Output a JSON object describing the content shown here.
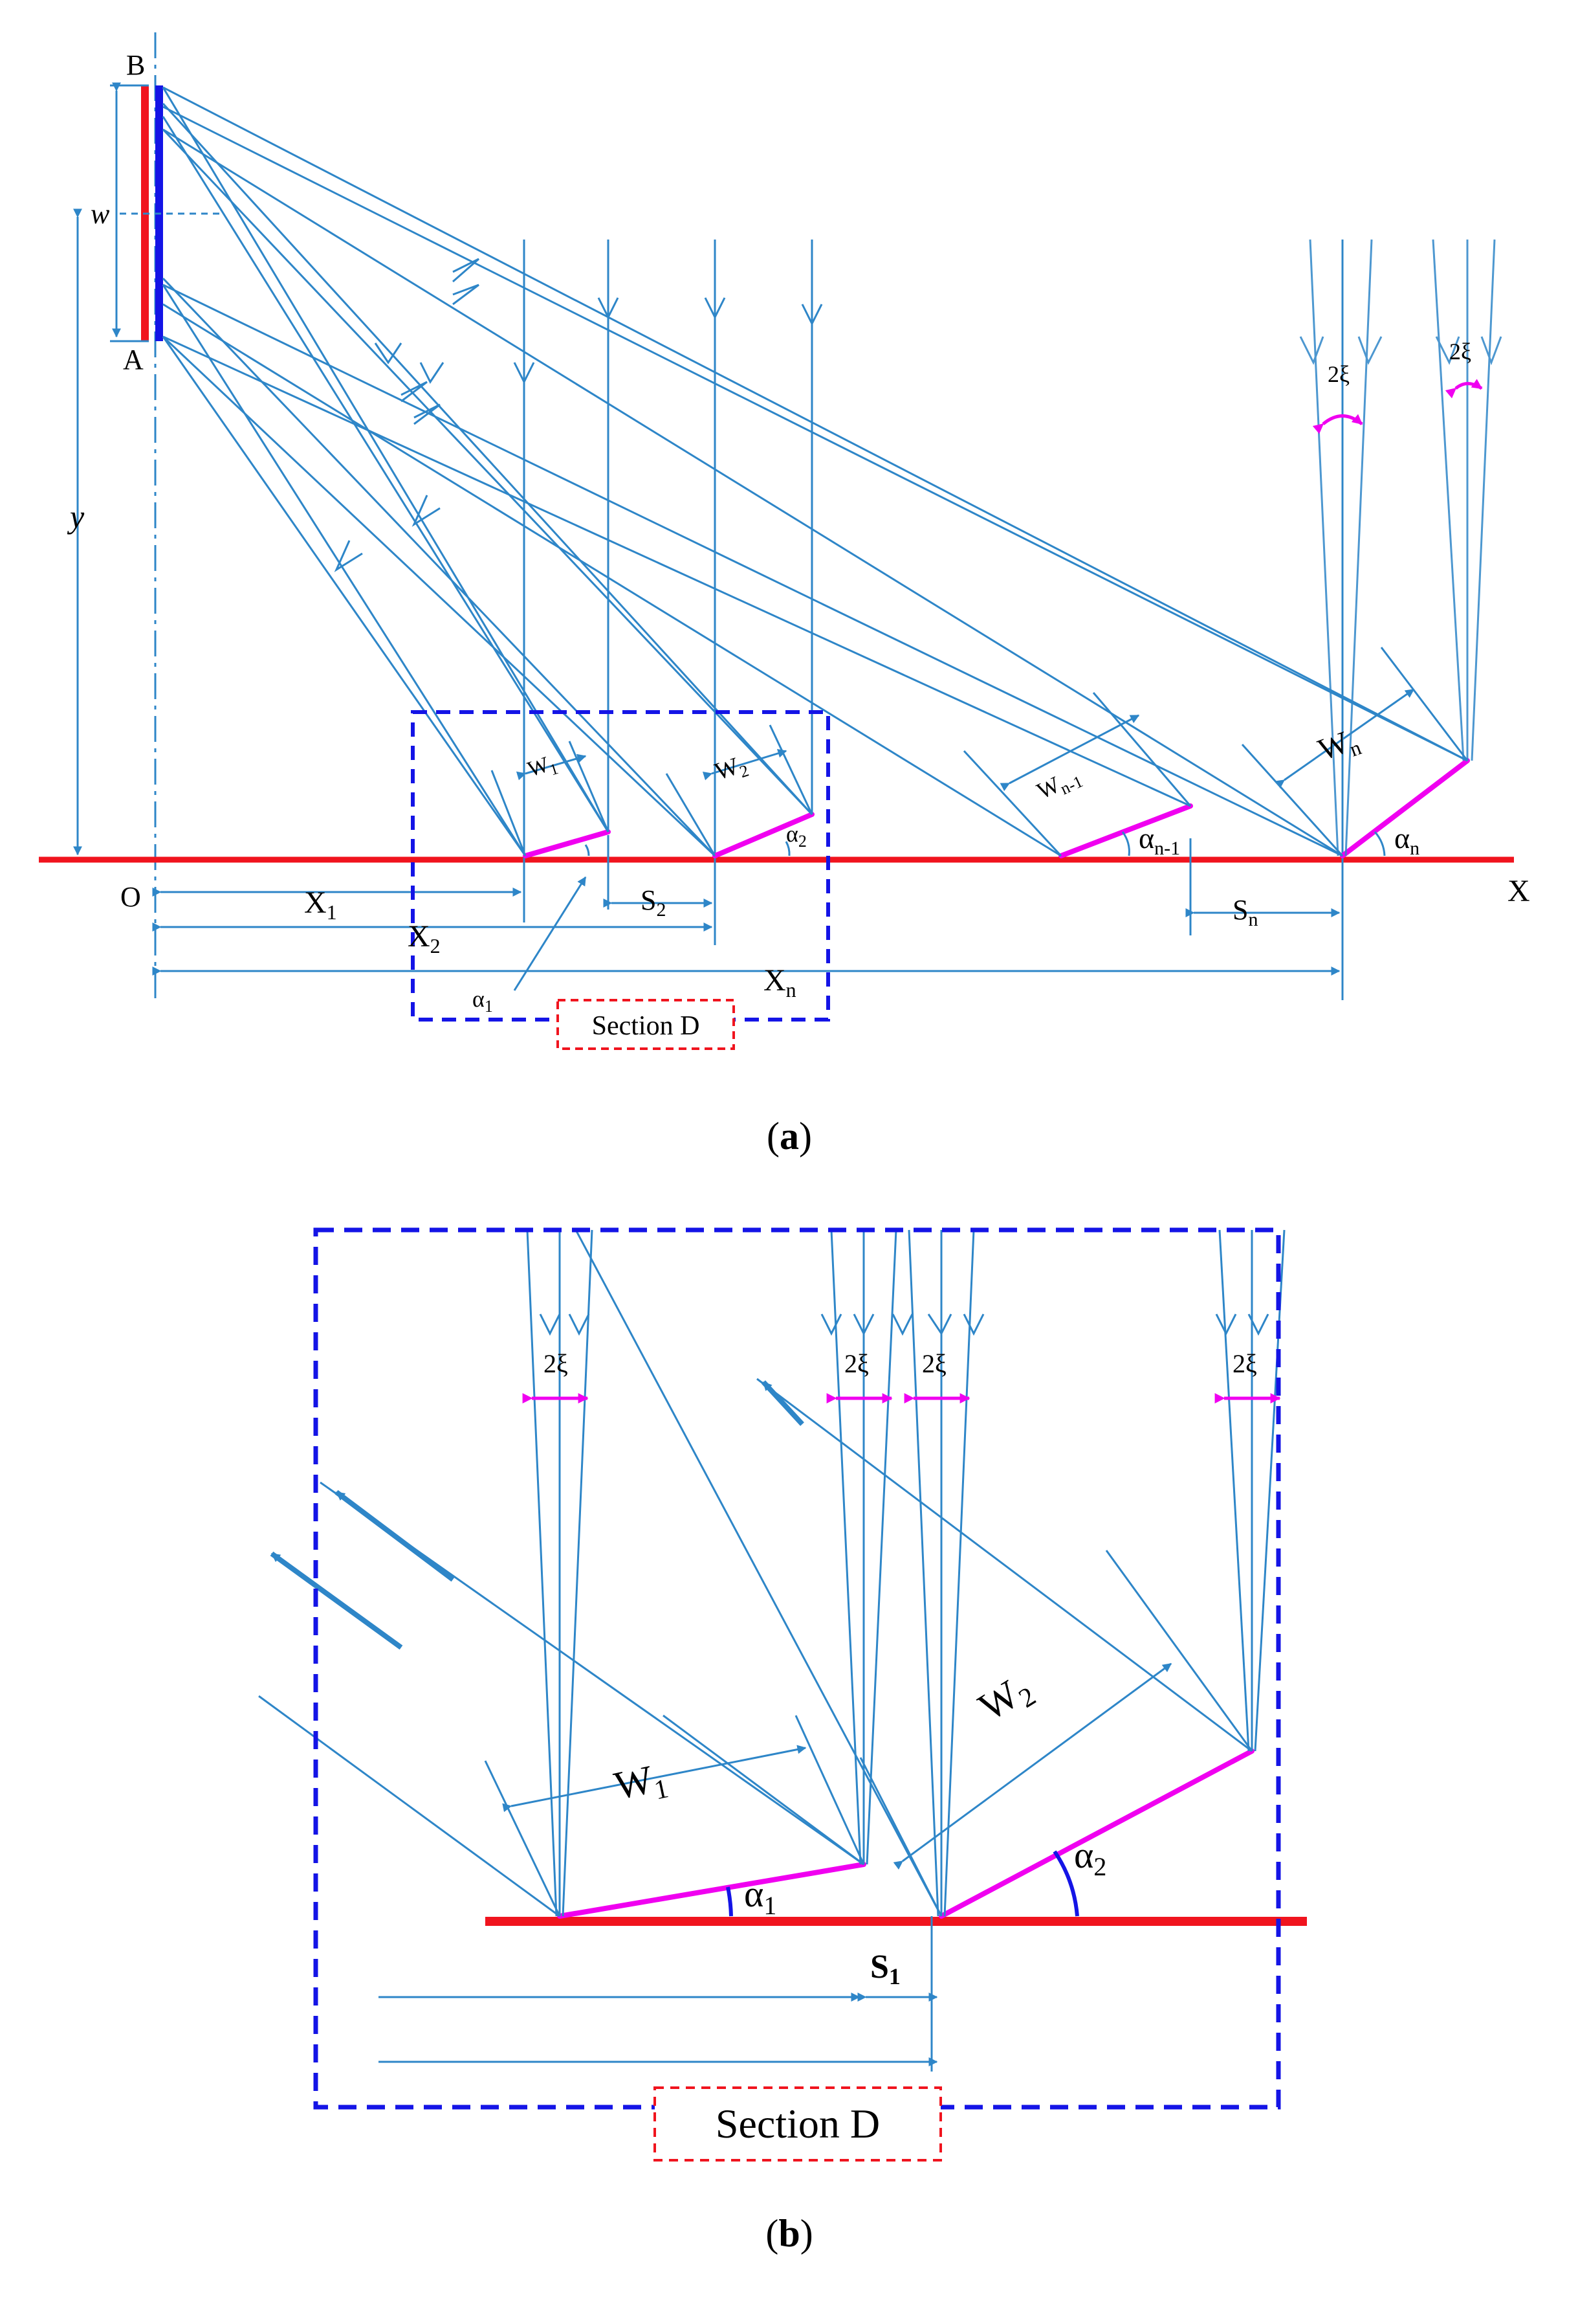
{
  "colors": {
    "ray": "#2E86C8",
    "ground": "#F0141E",
    "mirror": "#F000F0",
    "box": "#1414E6",
    "receiver_red": "#F0141E",
    "receiver_blue": "#1414E6",
    "label_box": "#F0141E",
    "text": "#000000"
  },
  "panel_a": {
    "caption": {
      "open": "(",
      "letter": "a",
      "close": ")"
    },
    "point_b": "B",
    "point_a": "A",
    "width_label": "w",
    "height_label": "y",
    "origin": "O",
    "axis": "X",
    "x1": {
      "base": "X",
      "sub": "1"
    },
    "x2": {
      "base": "X",
      "sub": "2"
    },
    "xn": {
      "base": "X",
      "sub": "n"
    },
    "s2": {
      "base": "S",
      "sub": "2"
    },
    "sn": {
      "base": "S",
      "sub": "n"
    },
    "w1": {
      "base": "W",
      "sub": "1"
    },
    "w2": {
      "base": "W",
      "sub": "2"
    },
    "wn1": {
      "base": "W",
      "sub": "n-1"
    },
    "wn": {
      "base": "W",
      "sub": "n"
    },
    "alpha1": {
      "base": "α",
      "sub": "1"
    },
    "alpha2": {
      "base": "α",
      "sub": "2"
    },
    "alphan1": {
      "base": "α",
      "sub": "n-1"
    },
    "alphan": {
      "base": "α",
      "sub": "n"
    },
    "xi1": "2ξ",
    "xi2": "2ξ",
    "section": "Section D"
  },
  "panel_b": {
    "caption": {
      "open": "(",
      "letter": "b",
      "close": ")"
    },
    "w1": {
      "base": "W",
      "sub": "1"
    },
    "w2": {
      "base": "W",
      "sub": "2"
    },
    "alpha1": {
      "base": "α",
      "sub": "1"
    },
    "alpha2": {
      "base": "α",
      "sub": "2"
    },
    "s1": {
      "base": "S",
      "sub": "1"
    },
    "xi1": "2ξ",
    "xi2": "2ξ",
    "xi3": "2ξ",
    "xi4": "2ξ",
    "section": "Section D"
  }
}
